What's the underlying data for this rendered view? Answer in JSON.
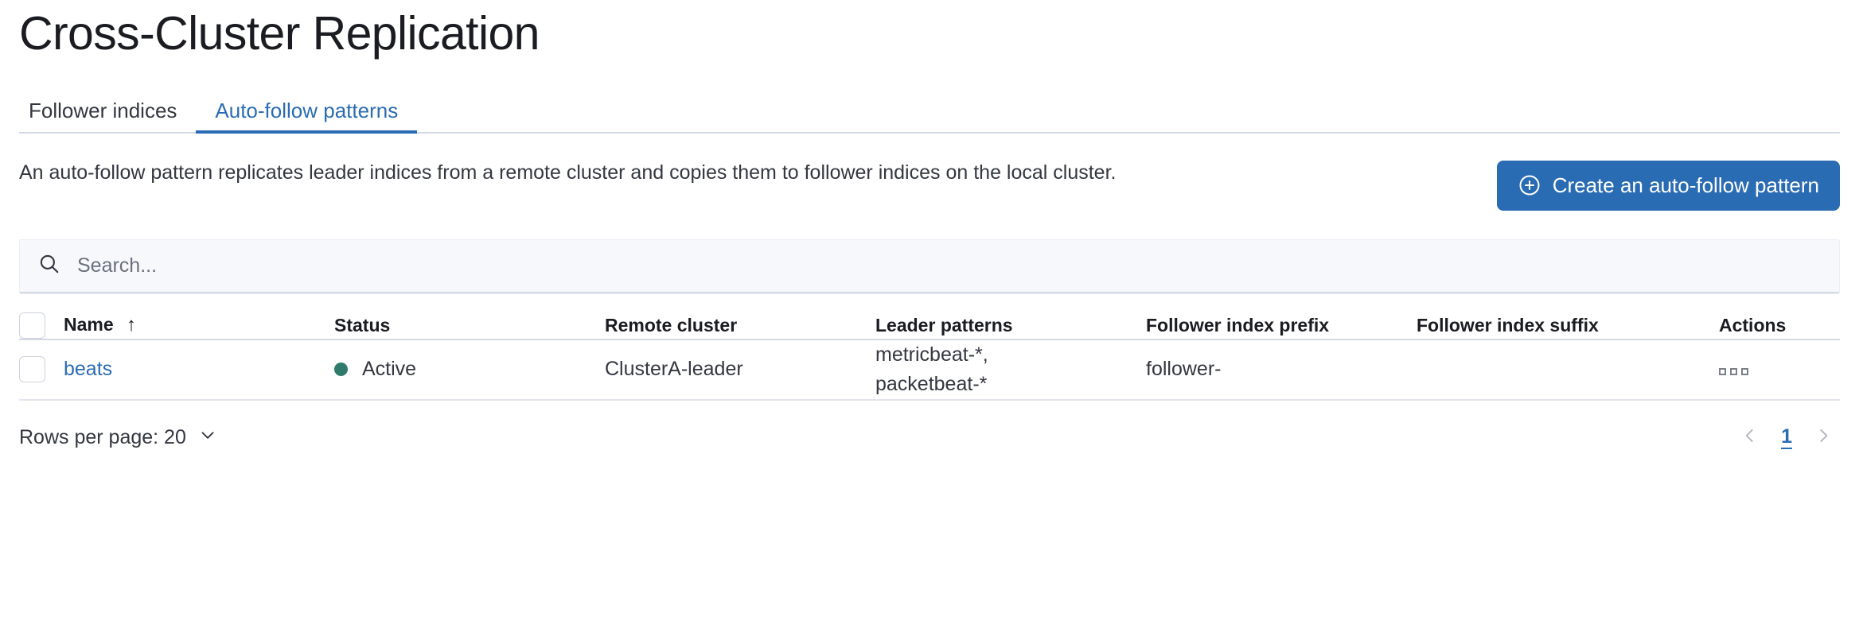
{
  "header": {
    "title": "Cross-Cluster Replication"
  },
  "tabs": [
    {
      "label": "Follower indices",
      "active": false
    },
    {
      "label": "Auto-follow patterns",
      "active": true
    }
  ],
  "description": {
    "text": "An auto-follow pattern replicates leader indices from a remote cluster and copies them to follower indices on the local cluster."
  },
  "create_button": {
    "label": "Create an auto-follow pattern",
    "icon": "plus-in-circle-icon",
    "color": "#2a6cb3"
  },
  "search": {
    "placeholder": "Search...",
    "value": "",
    "icon": "search-icon"
  },
  "table": {
    "columns": [
      {
        "label": "Name",
        "sort": "asc",
        "sort_icon": "arrow-up-icon"
      },
      {
        "label": "Status"
      },
      {
        "label": "Remote cluster"
      },
      {
        "label": "Leader patterns"
      },
      {
        "label": "Follower index prefix"
      },
      {
        "label": "Follower index suffix"
      },
      {
        "label": "Actions"
      }
    ],
    "rows": [
      {
        "selected": false,
        "name": "beats",
        "status": "Active",
        "status_color": "#2e7b6c",
        "remote_cluster": "ClusterA-leader",
        "leader_patterns": "metricbeat-*,\npacketbeat-*",
        "follower_index_prefix": "follower-",
        "follower_index_suffix": "",
        "actions_icon": "boxes-horizontal-icon"
      }
    ]
  },
  "footer": {
    "rows_per_page_label": "Rows per page: 20",
    "rows_per_page_icon": "chevron-down-icon",
    "prev_icon": "chevron-left-icon",
    "next_icon": "chevron-right-icon",
    "current_page": "1"
  }
}
